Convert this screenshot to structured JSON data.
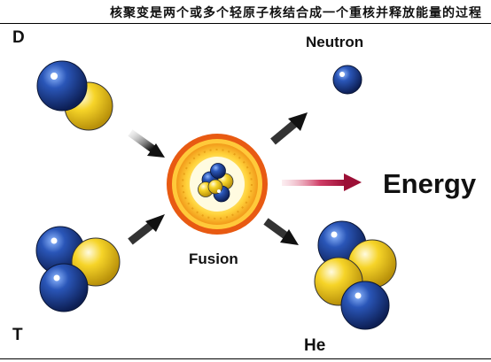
{
  "header": {
    "title": "核聚变是两个或多个轻原子核结合成一个重核并释放能量的过程"
  },
  "labels": {
    "deuterium": "D",
    "tritium": "T",
    "neutron": "Neutron",
    "helium": "He",
    "fusion": "Fusion",
    "energy": "Energy"
  },
  "colors": {
    "proton": "#1f3f8f",
    "neutron_particle": "#f1c91c",
    "fusion_outer": "#e85a12",
    "fusion_inner": "#fff6a0",
    "energy_arrow": "#b81844",
    "arrow_dark": "#222222"
  }
}
